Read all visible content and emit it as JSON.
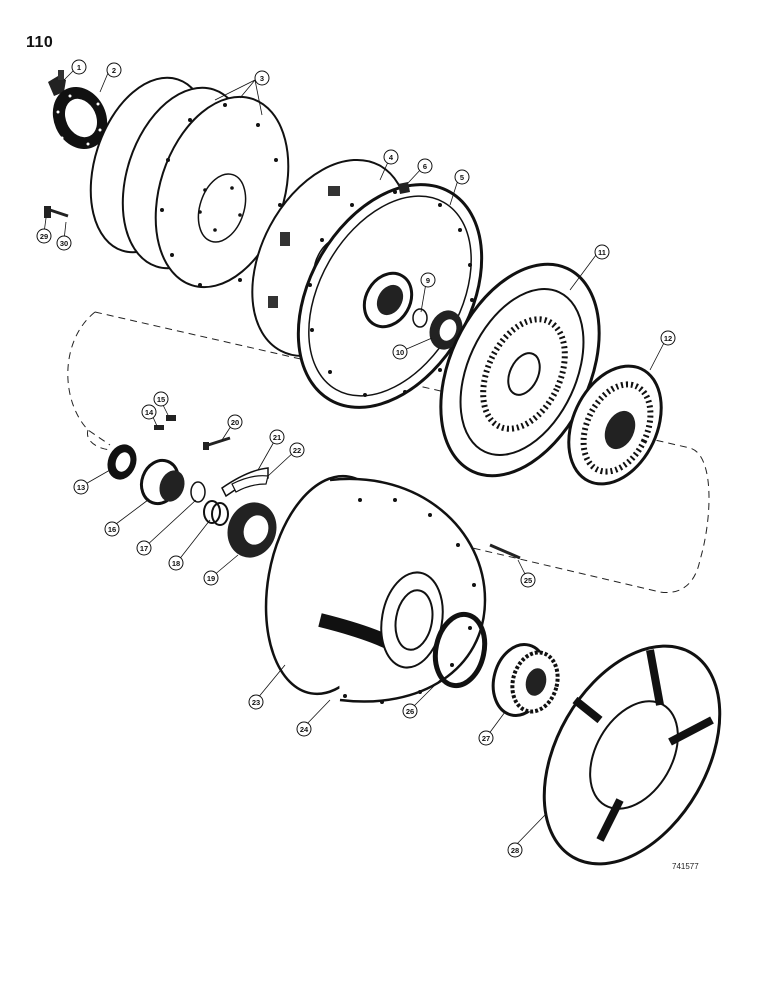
{
  "page_number": "110",
  "drawing_code": "741577",
  "callouts": [
    {
      "label": "1"
    },
    {
      "label": "2"
    },
    {
      "label": "3"
    },
    {
      "label": "4"
    },
    {
      "label": "5"
    },
    {
      "label": "6"
    },
    {
      "label": "9"
    },
    {
      "label": "10"
    },
    {
      "label": "11"
    },
    {
      "label": "12"
    },
    {
      "label": "13"
    },
    {
      "label": "14"
    },
    {
      "label": "15"
    },
    {
      "label": "16"
    },
    {
      "label": "17"
    },
    {
      "label": "18"
    },
    {
      "label": "19"
    },
    {
      "label": "20"
    },
    {
      "label": "21"
    },
    {
      "label": "22"
    },
    {
      "label": "23"
    },
    {
      "label": "24"
    },
    {
      "label": "25"
    },
    {
      "label": "26"
    },
    {
      "label": "27"
    },
    {
      "label": "28"
    },
    {
      "label": "29"
    },
    {
      "label": "30"
    }
  ]
}
